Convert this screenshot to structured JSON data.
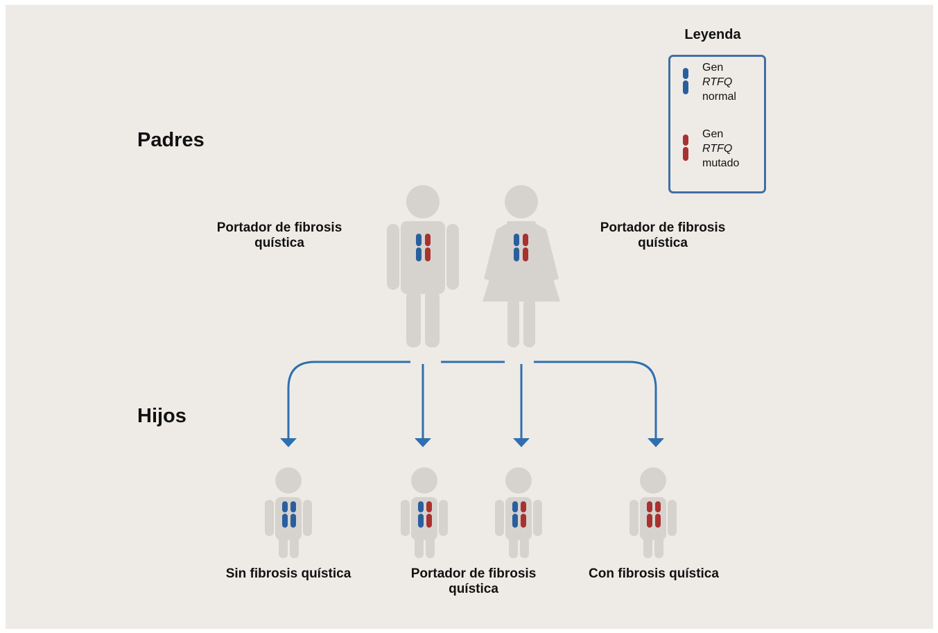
{
  "sections": {
    "parents_label": "Padres",
    "children_label": "Hijos"
  },
  "legend": {
    "title": "Leyenda",
    "items": [
      {
        "line1": "Gen",
        "line2": "RTFQ",
        "line3": "normal",
        "color": "#2a5f9e"
      },
      {
        "line1": "Gen",
        "line2": "RTFQ",
        "line3": "mutado",
        "color": "#a8322f"
      }
    ]
  },
  "parents": [
    {
      "label_line1": "Portador de fibrosis",
      "label_line2": "quística",
      "figure": "male-figure",
      "chromosomes": [
        "normal",
        "mutated"
      ]
    },
    {
      "label_line1": "Portador de fibrosis",
      "label_line2": "quística",
      "figure": "female-figure",
      "chromosomes": [
        "normal",
        "mutated"
      ]
    }
  ],
  "children": [
    {
      "label_line1": "Sin fibrosis quística",
      "label_line2": "",
      "chromosomes": [
        "normal",
        "normal"
      ]
    },
    {
      "label_line1": "Portador de fibrosis",
      "label_line2": "quística",
      "chromosomes": [
        "normal",
        "mutated"
      ]
    },
    {
      "label_line1": "",
      "label_line2": "",
      "chromosomes": [
        "normal",
        "mutated"
      ]
    },
    {
      "label_line1": "Con fibrosis quística",
      "label_line2": "",
      "chromosomes": [
        "mutated",
        "mutated"
      ]
    }
  ],
  "colors": {
    "background": "#eeebe6",
    "figure": "#d6d3cf",
    "normal_gene": "#2a5f9e",
    "mutated_gene": "#a8322f",
    "arrow": "#2f6fb0",
    "legend_border": "#3f6fa6"
  }
}
